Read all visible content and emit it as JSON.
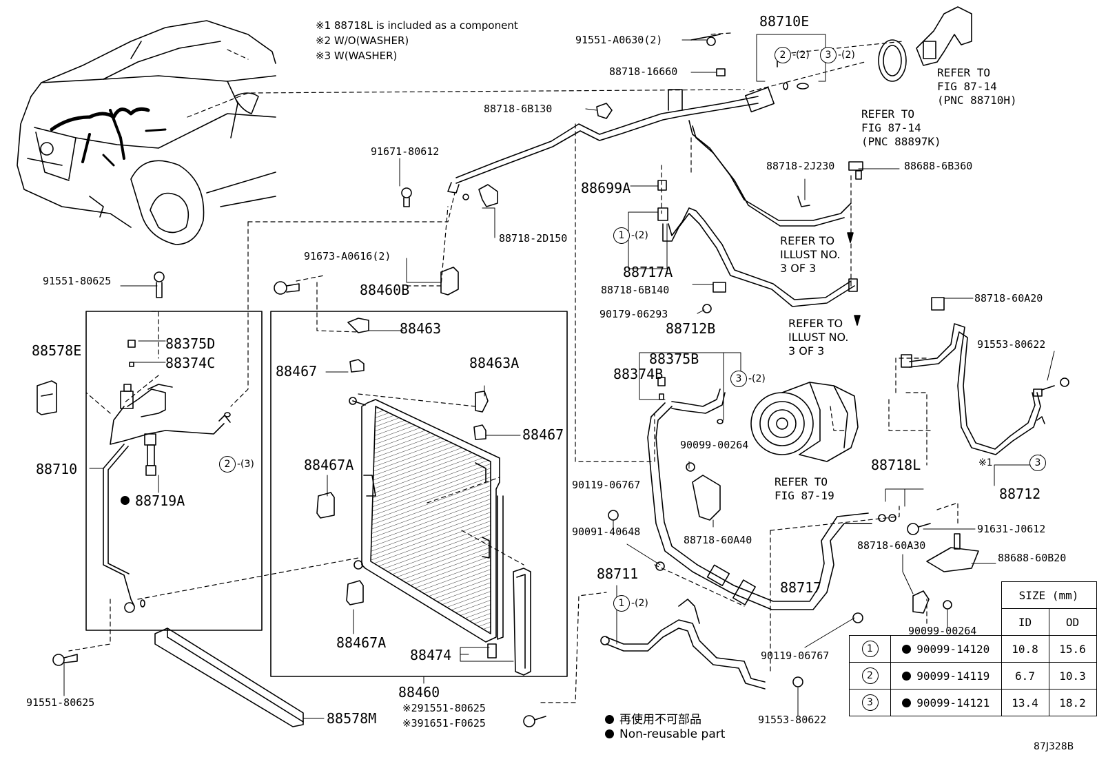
{
  "notes": [
    "※1 88718L is included as a component",
    "※2 W/O(WASHER)",
    "※3 W(WASHER)"
  ],
  "parts": {
    "p88710E": "88710E",
    "p91551A0630": "91551-A0630(2)",
    "p8871816660": "88718-16660",
    "p887186B130": "88718-6B130",
    "p9167180612": "91671-80612",
    "p887182D150": "88718-2D150",
    "p88699A": "88699A",
    "p88717A": "88717A",
    "p887182J230": "88718-2J230",
    "p886886B360": "88688-6B360",
    "p887186B140": "88718-6B140",
    "p9017906293": "90179-06293",
    "p88712B": "88712B",
    "p88375B": "88375B",
    "p88374B": "88374B",
    "p91673A0616": "91673-A0616(2)",
    "p88460B": "88460B",
    "p88463": "88463",
    "p88463A": "88463A",
    "p88467_top": "88467",
    "p88467_mid": "88467",
    "p88467A_top": "88467A",
    "p88467A_bot": "88467A",
    "p88474": "88474",
    "p88460": "88460",
    "p2_9155180625": "※291551-80625",
    "p3_91651F0625": "※391651-F0625",
    "p9155180625_top": "91551-80625",
    "p9155180625_bot": "91551-80625",
    "p88578E": "88578E",
    "p88375D": "88375D",
    "p88374C": "88374C",
    "p88710": "88710",
    "p88719A": "88719A",
    "p88578M": "88578M",
    "p9009900264_top": "90099-00264",
    "p9011906767_left": "90119-06767",
    "p9009140648": "90091-40648",
    "p8871860A40": "88718-60A40",
    "p88711": "88711",
    "p88717": "88717",
    "p9011906767_bot": "90119-06767",
    "p9155380622_bot": "91553-80622",
    "p8871860A20": "88718-60A20",
    "p9155380622_right": "91553-80622",
    "p88712": "88712",
    "p88718L": "88718L",
    "p91631J0612": "91631-J0612",
    "p8871860A30": "88718-60A30",
    "p8868860B20": "88688-60B20",
    "p9009900264_bot": "90099-00264"
  },
  "refs": {
    "fig8714_h": [
      "REFER TO",
      "FIG 87-14",
      "(PNC 88710H)"
    ],
    "fig8714_k": [
      "REFER TO",
      "FIG 87-14",
      "(PNC 88897K)"
    ],
    "illust_a": [
      "REFER TO",
      "ILLUST NO.",
      "3 OF 3"
    ],
    "illust_b": [
      "REFER TO",
      "ILLUST NO.",
      "3 OF 3"
    ],
    "fig8719": [
      "REFER TO",
      "FIG 87-19"
    ]
  },
  "callouts": {
    "c2": "2",
    "c3": "3",
    "c1": "1",
    "q2": "-(2)",
    "q3": "-(3)",
    "x1": "※1"
  },
  "legend": {
    "jp": "再使用不可部品",
    "en": "Non-reusable part"
  },
  "size_table": {
    "header": "SIZE (mm)",
    "col_id": "ID",
    "col_od": "OD",
    "rows": [
      {
        "mark": "1",
        "part": "90099-14120",
        "id": "10.8",
        "od": "15.6"
      },
      {
        "mark": "2",
        "part": "90099-14119",
        "id": "6.7",
        "od": "10.3"
      },
      {
        "mark": "3",
        "part": "90099-14121",
        "id": "13.4",
        "od": "18.2"
      }
    ]
  },
  "figure_id": "87J328B"
}
